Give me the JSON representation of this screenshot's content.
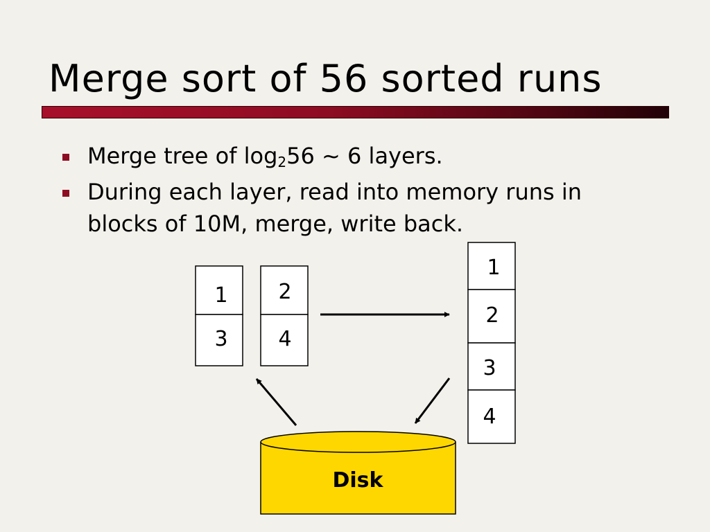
{
  "slide": {
    "title": "Merge sort of 56 sorted runs",
    "bullets": [
      {
        "pre": "Merge tree of log",
        "sub": "2",
        "post": "56 ~ 6 layers."
      },
      {
        "lines": [
          "During each layer, read into memory runs in",
          "blocks of 10M, merge, write back."
        ]
      }
    ]
  },
  "diagram": {
    "run_a": [
      "1",
      "3"
    ],
    "run_b": [
      "2",
      "4"
    ],
    "merged": [
      "1",
      "2",
      "3",
      "4"
    ],
    "disk_label": "Disk"
  },
  "colors": {
    "accent": "#a8102a",
    "disk_fill": "#ffd700",
    "background": "#f3f1eb"
  }
}
